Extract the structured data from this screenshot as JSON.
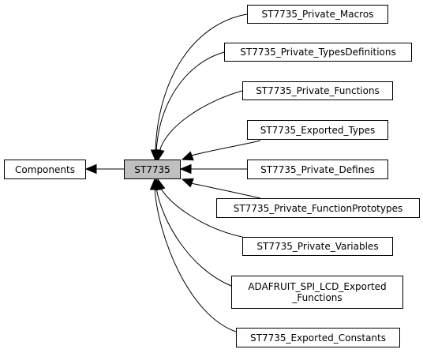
{
  "nodes": {
    "components": {
      "label": "Components"
    },
    "st7735": {
      "label": "ST7735"
    },
    "private_macros": {
      "label": "ST7735_Private_Macros"
    },
    "private_typesdefinitions": {
      "label": "ST7735_Private_TypesDefinitions"
    },
    "private_functions": {
      "label": "ST7735_Private_Functions"
    },
    "exported_types": {
      "label": "ST7735_Exported_Types"
    },
    "private_defines": {
      "label": "ST7735_Private_Defines"
    },
    "private_functionprototypes": {
      "label": "ST7735_Private_FunctionPrototypes"
    },
    "private_variables": {
      "label": "ST7735_Private_Variables"
    },
    "adafruit_exported_functions": {
      "label": "ADAFRUIT_SPI_LCD_Exported\n_Functions"
    },
    "exported_constants": {
      "label": "ST7735_Exported_Constants"
    }
  },
  "colors": {
    "edge": "#000000",
    "current_node_fill": "#bfbfbf",
    "node_fill": "#ffffff"
  }
}
